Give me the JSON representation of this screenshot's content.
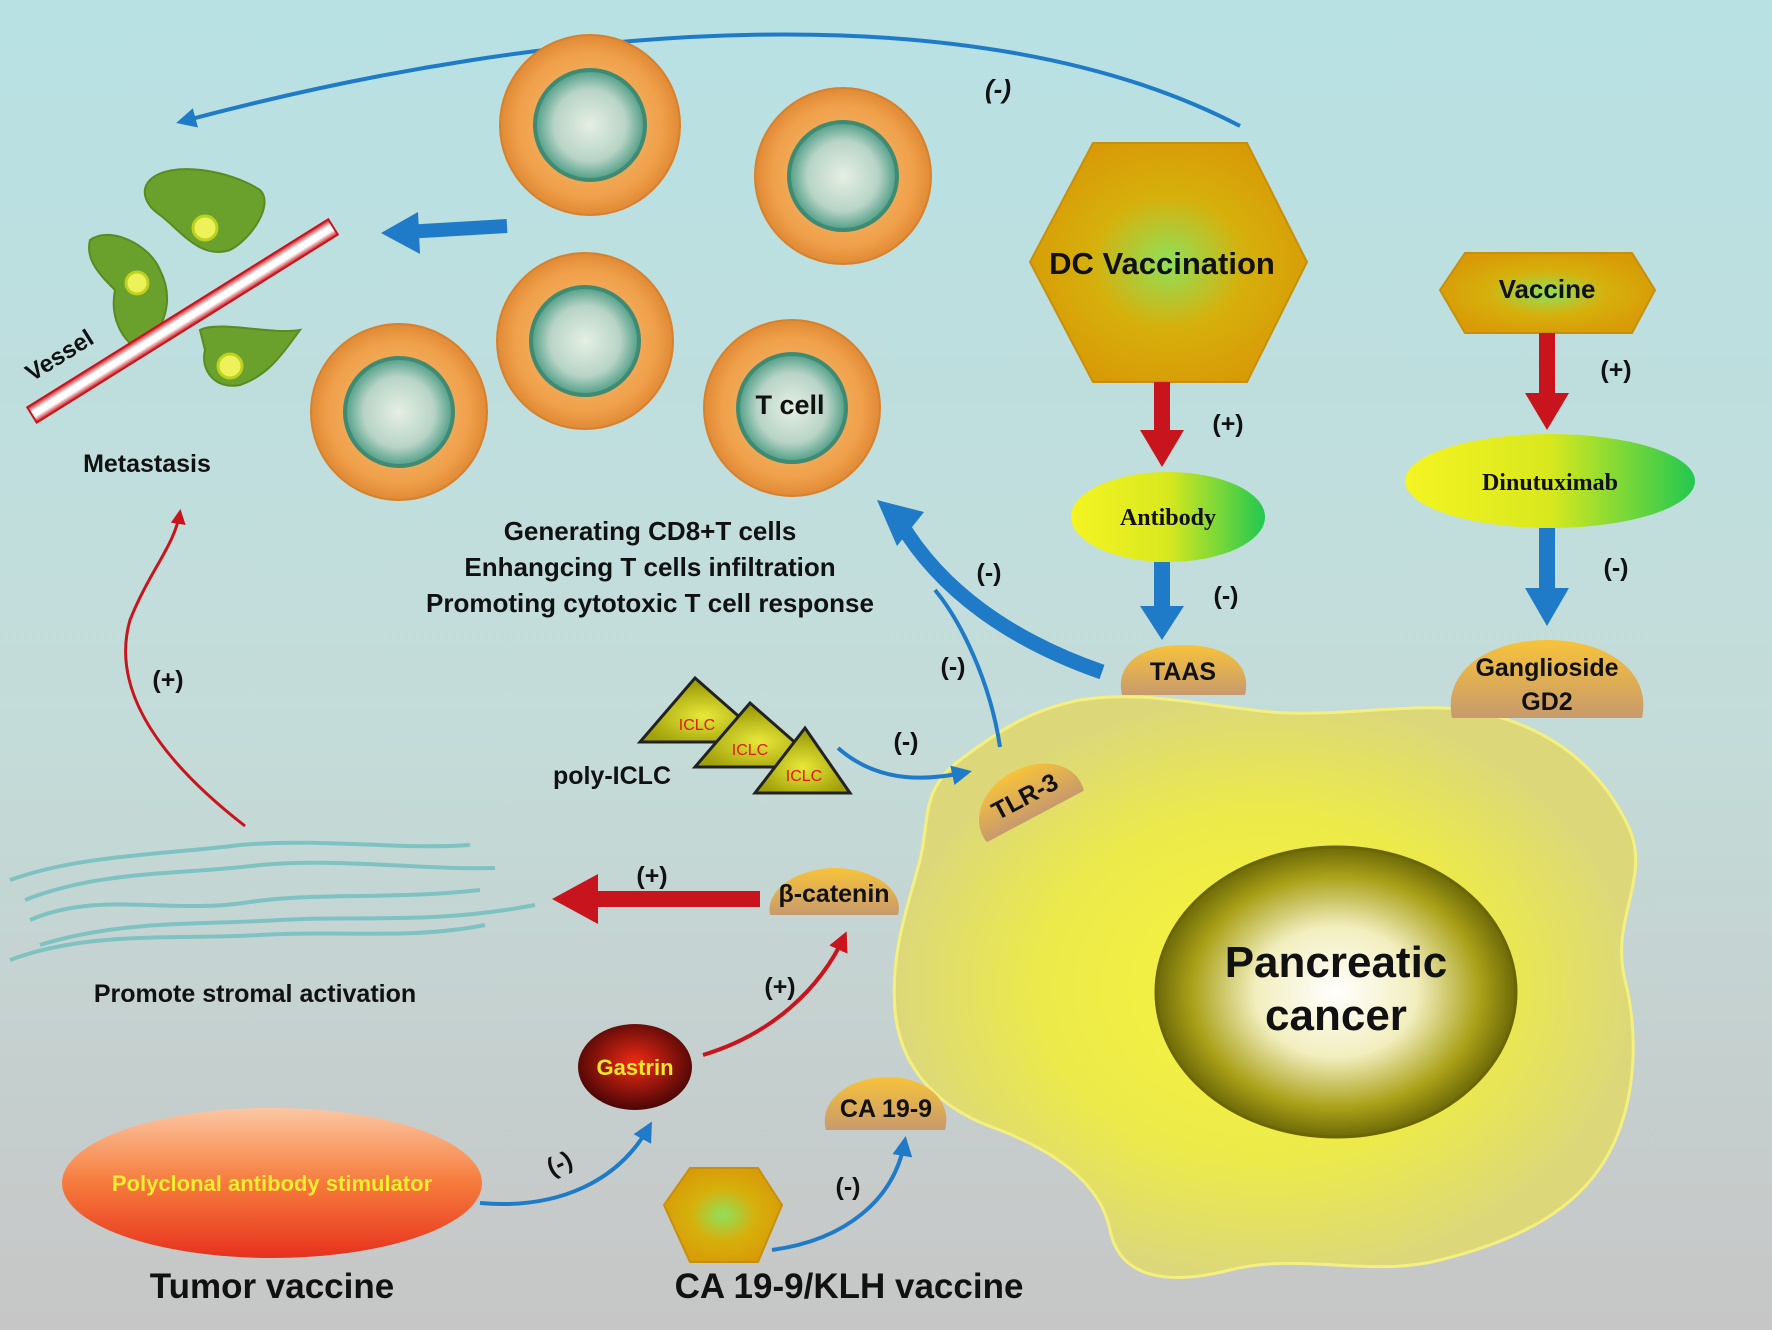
{
  "labels": {
    "vessel": "Vessel",
    "metastasis": "Metastasis",
    "t_cell": "T cell",
    "effects": [
      "Generating CD8+T cells",
      "Enhangcing T cells infiltration",
      "Promoting cytotoxic T cell response"
    ],
    "dc_vaccination": "DC Vaccination",
    "vaccine": "Vaccine",
    "antibody": "Antibody",
    "dinutuximab": "Dinutuximab",
    "taas": "TAAS",
    "ganglioside": [
      "Ganglioside",
      "GD2"
    ],
    "iclc": "ICLC",
    "poly_iclc": "poly-ICLC",
    "tlr3": "TLR-3",
    "beta_catenin": "β-catenin",
    "stromal": "Promote stromal activation",
    "gastrin": "Gastrin",
    "ca199": "CA 19-9",
    "pancreatic": [
      "Pancreatic",
      "cancer"
    ],
    "polyclonal": "Polyclonal antibody stimulator",
    "tumor_vaccine": "Tumor vaccine",
    "ca_klh_vaccine": "CA 19-9/KLH vaccine"
  },
  "signs": {
    "top_arc": "(-)",
    "dc_to_antibody": "(+)",
    "antibody_to_taas": "(-)",
    "vaccine_to_dinutuximab": "(+)",
    "dinutuximab_to_gd2": "(-)",
    "taas_to_tcells": "(-)",
    "tlr3_to_tcells": "(-)",
    "poly_to_tlr3": "(-)",
    "stroma_to_metastasis": "(+)",
    "catenin_to_stroma": "(+)",
    "gastrin_to_catenin": "(+)",
    "polyclonal_to_gastrin": "(-)",
    "klh_to_ca199": "(-)"
  },
  "colors": {
    "background_top": "#b7dfe2",
    "background_bottom": "#c9c9c9",
    "blue_arrow": "#1f7bc8",
    "red_arrow": "#c8141c",
    "cancer_cell": "#e4e23a",
    "t_cell_outer": "#f0a04a",
    "t_cell_nucleus": "#4f9e86"
  }
}
